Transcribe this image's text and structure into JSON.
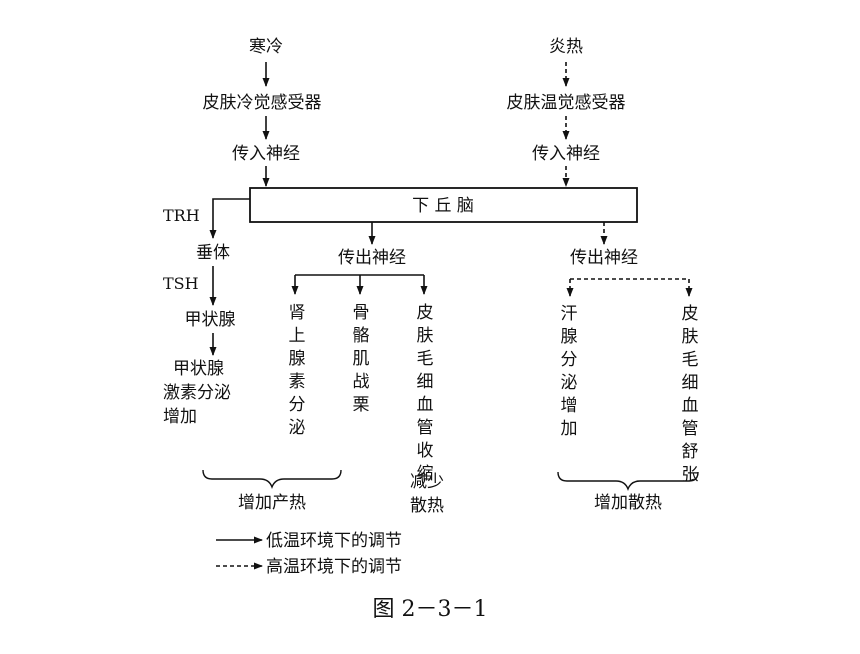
{
  "nodes": {
    "cold": "寒冷",
    "hot": "炎热",
    "cold_receptor": "皮肤冷觉感受器",
    "warm_receptor": "皮肤温觉感受器",
    "afferent_left": "传入神经",
    "afferent_right": "传入神经",
    "hypothalamus": "下 丘 脑",
    "trh": "TRH",
    "pituitary": "垂体",
    "tsh": "TSH",
    "thyroid": "甲状腺",
    "thyroid_hormone": [
      "甲状腺",
      "激素分泌",
      "增加"
    ],
    "efferent_left": "传出神经",
    "efferent_right": "传出神经",
    "adrenal": "肾上腺素分泌",
    "shiver": "骨骼肌战栗",
    "vaso_constrict": "皮肤毛细血管收缩",
    "sweat": "汗腺分泌增加",
    "vaso_dilate": "皮肤毛细血管舒张"
  },
  "groups": {
    "increase_heat_production": "增加产热",
    "reduce_heat_loss": [
      "减少",
      "散热"
    ],
    "increase_heat_loss": "增加散热"
  },
  "legend": {
    "solid": "低温环境下的调节",
    "dashed": "高温环境下的调节"
  },
  "figure_caption": "图 2－3－1"
}
